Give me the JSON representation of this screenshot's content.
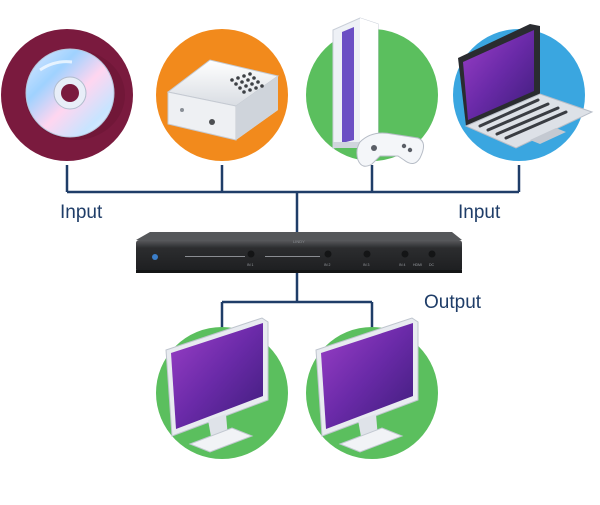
{
  "labels": {
    "input_left": "Input",
    "input_right": "Input",
    "output": "Output"
  },
  "switch": {
    "brand": "LINDY",
    "port_labels": [
      "IN 1",
      "IN 2",
      "IN 3",
      "IN 4",
      "HDMI",
      "DC"
    ]
  },
  "colors": {
    "wire": "#1f3d68",
    "label_text": "#1f3d68",
    "cd_circle": "#7a1a3e",
    "player_circle": "#f28a1c",
    "console_circle": "#5bbf5e",
    "laptop_circle": "#3aa6e0",
    "monitor_circle": "#5bbf5e",
    "screen_purple": "#6a2aa8",
    "device_body": "#3a3b3d"
  },
  "icons": {
    "source_1": "cd-disc-icon",
    "source_2": "media-player-icon",
    "source_3": "game-console-icon",
    "source_4": "laptop-icon",
    "output_1": "monitor-icon",
    "output_2": "monitor-icon"
  }
}
